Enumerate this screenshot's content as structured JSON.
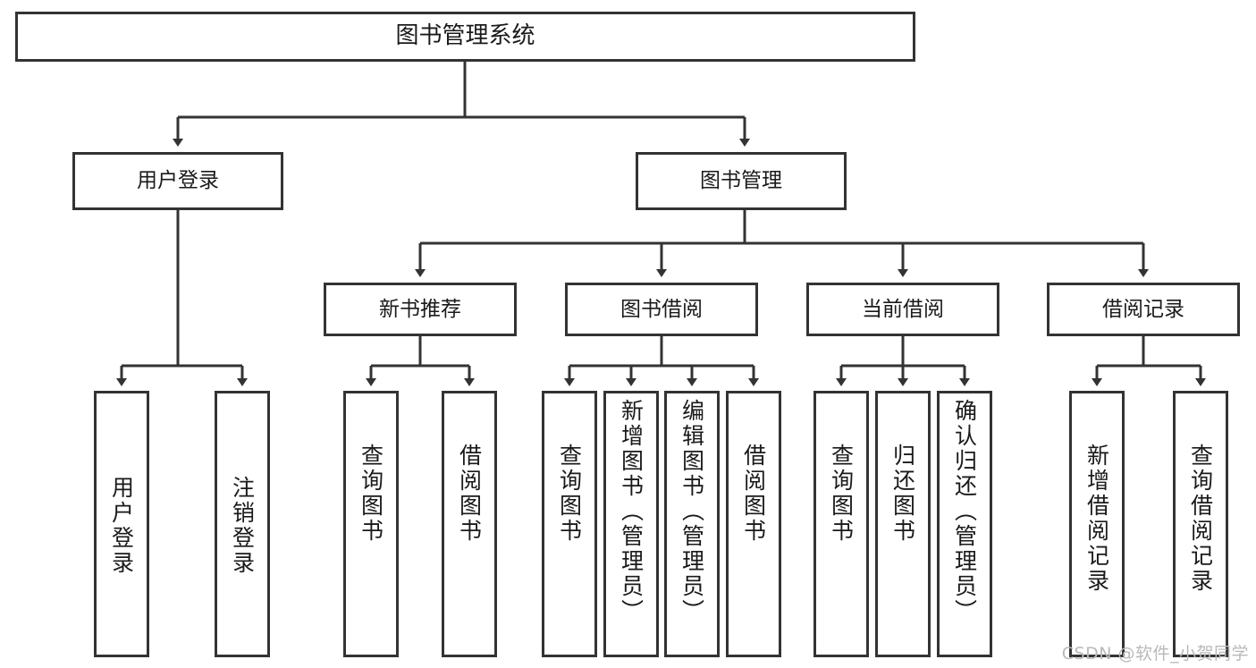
{
  "diagram": {
    "type": "tree",
    "title": "图书管理系统",
    "root": {
      "id": "root",
      "label": "图书管理系统"
    },
    "level2": [
      {
        "id": "user-login",
        "label": "用户登录"
      },
      {
        "id": "book-manage",
        "label": "图书管理"
      }
    ],
    "level3": [
      {
        "id": "new-book-rec",
        "label": "新书推荐",
        "parent": "book-manage"
      },
      {
        "id": "book-borrow",
        "label": "图书借阅",
        "parent": "book-manage"
      },
      {
        "id": "current-borrow",
        "label": "当前借阅",
        "parent": "book-manage"
      },
      {
        "id": "borrow-record",
        "label": "借阅记录",
        "parent": "book-manage"
      }
    ],
    "leaves": [
      {
        "id": "leaf-user-login",
        "label": "用户登录",
        "parent": "user-login"
      },
      {
        "id": "leaf-user-logout",
        "label": "注销登录",
        "parent": "user-login"
      },
      {
        "id": "leaf-rec-query",
        "label": "查询图书",
        "parent": "new-book-rec"
      },
      {
        "id": "leaf-rec-borrow",
        "label": "借阅图书",
        "parent": "new-book-rec"
      },
      {
        "id": "leaf-borrow-query",
        "label": "查询图书",
        "parent": "book-borrow"
      },
      {
        "id": "leaf-borrow-add",
        "label": "新增图书（管理员）",
        "parent": "book-borrow"
      },
      {
        "id": "leaf-borrow-edit",
        "label": "编辑图书（管理员）",
        "parent": "book-borrow"
      },
      {
        "id": "leaf-borrow-lend",
        "label": "借阅图书",
        "parent": "book-borrow"
      },
      {
        "id": "leaf-cur-query",
        "label": "查询图书",
        "parent": "current-borrow"
      },
      {
        "id": "leaf-cur-return",
        "label": "归还图书",
        "parent": "current-borrow"
      },
      {
        "id": "leaf-cur-confirm",
        "label": "确认归还（管理员）",
        "parent": "current-borrow"
      },
      {
        "id": "leaf-rec-add",
        "label": "新增借阅记录",
        "parent": "borrow-record"
      },
      {
        "id": "leaf-rec-search",
        "label": "查询借阅记录",
        "parent": "borrow-record"
      }
    ]
  },
  "watermark": {
    "text": "CSDN @软件_小贺同学"
  },
  "colors": {
    "stroke": "#333333",
    "background": "#ffffff",
    "text": "#1a1a1a",
    "watermark": "#b9b9b9"
  }
}
